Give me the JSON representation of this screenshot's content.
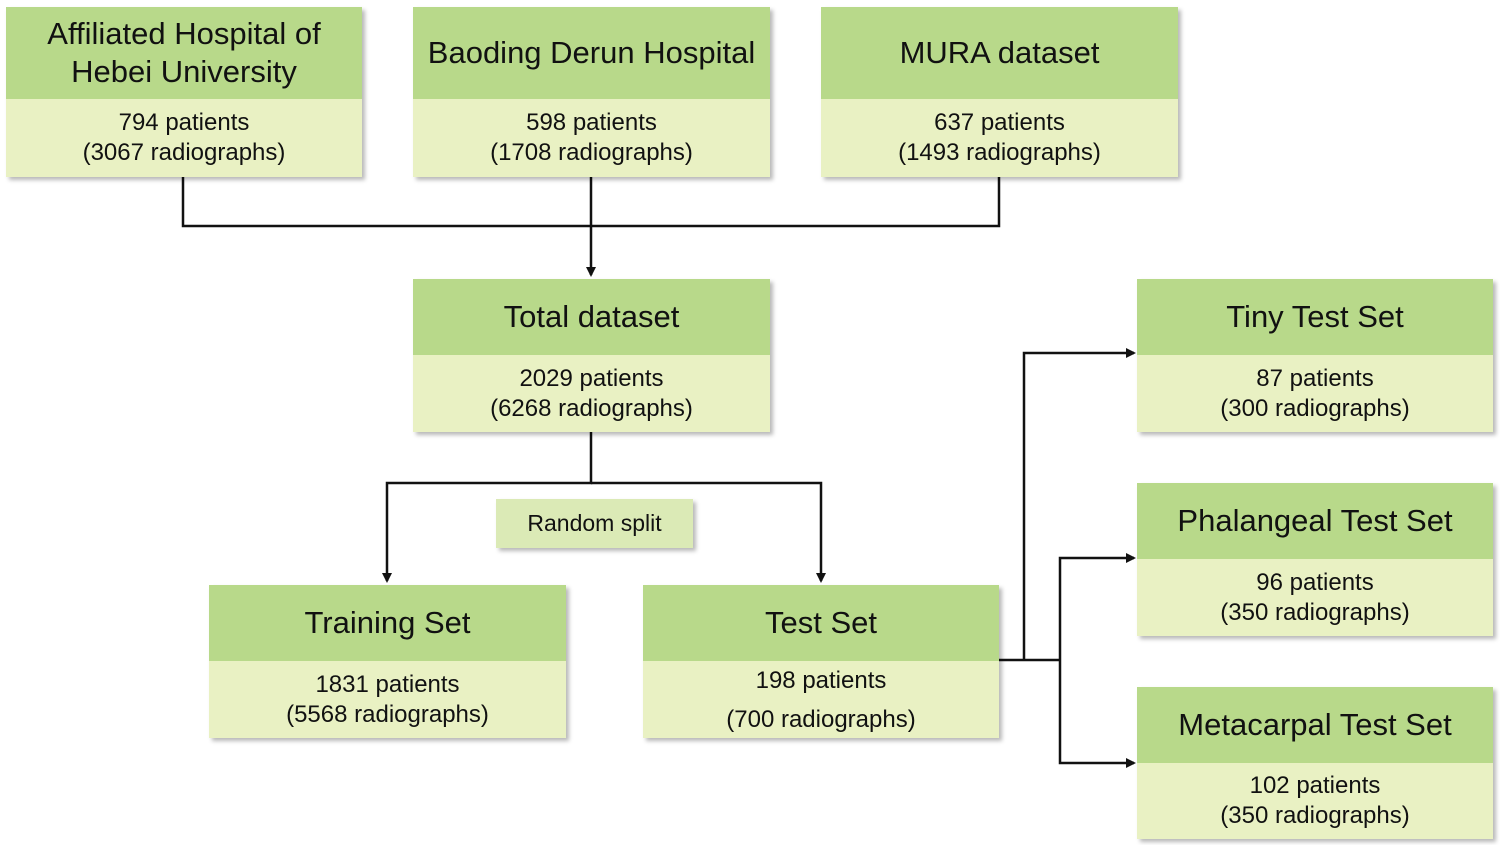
{
  "colors": {
    "header_fill": "#b8d98a",
    "body_fill": "#e9f1c3",
    "tag_fill": "#dbeab6",
    "line_color": "#111111"
  },
  "nodes": {
    "hebei": {
      "title": "Affiliated Hospital of\nHebei University",
      "patients": "794 patients",
      "radiographs": "(3067 radiographs)"
    },
    "derun": {
      "title": "Baoding Derun Hospital",
      "patients": "598 patients",
      "radiographs": "(1708 radiographs)"
    },
    "mura": {
      "title": "MURA dataset",
      "patients": "637 patients",
      "radiographs": "(1493 radiographs)"
    },
    "total": {
      "title": "Total dataset",
      "patients": "2029 patients",
      "radiographs": "(6268 radiographs)"
    },
    "training": {
      "title": "Training Set",
      "patients": "1831 patients",
      "radiographs": "(5568 radiographs)"
    },
    "test": {
      "title": "Test Set",
      "patients": "198 patients",
      "radiographs": "(700 radiographs)"
    },
    "tiny": {
      "title": "Tiny Test Set",
      "patients": "87 patients",
      "radiographs": "(300 radiographs)"
    },
    "phalangeal": {
      "title": "Phalangeal Test Set",
      "patients": "96 patients",
      "radiographs": "(350 radiographs)"
    },
    "metacarpal": {
      "title": "Metacarpal Test Set",
      "patients": "102 patients",
      "radiographs": "(350 radiographs)"
    }
  },
  "split_label": "Random split"
}
